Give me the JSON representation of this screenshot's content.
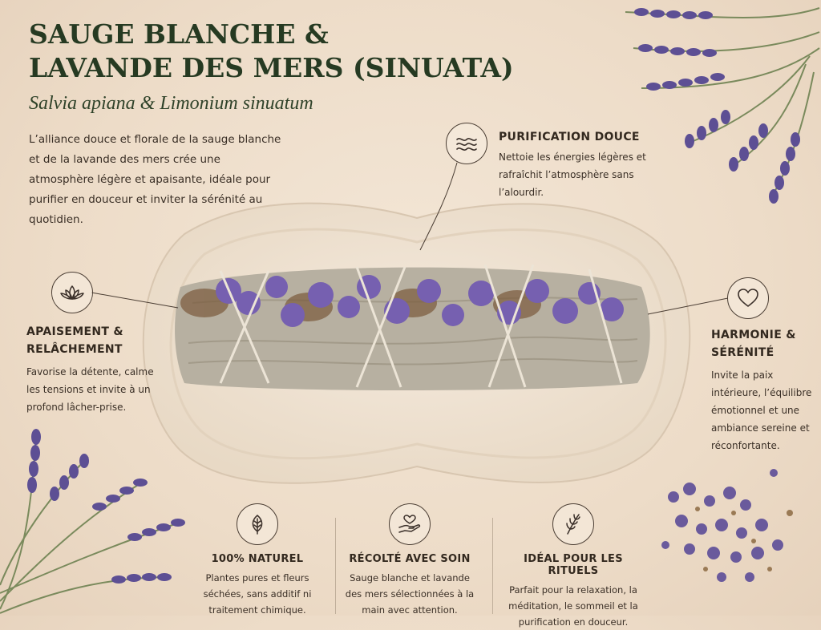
{
  "header": {
    "title_line1": "SAUGE BLANCHE &",
    "title_line2": "LAVANDE DES MERS (SINUATA)",
    "subtitle": "Salvia apiana & Limonium sinuatum",
    "intro": "L’alliance douce et florale de la sauge blanche et de la lavande des mers crée une atmosphère légère et apaisante, idéale pour purifier en douceur et inviter la sérénité au quotidien."
  },
  "features": {
    "purification": {
      "title": "PURIFICATION DOUCE",
      "text": "Nettoie les énergies légères et rafraîchit l’atmosphère sans l’alourdir.",
      "icon": "waves-icon"
    },
    "apaisement": {
      "title_line1": "APAISEMENT &",
      "title_line2": "RELÂCHEMENT",
      "text": "Favorise la détente, calme les tensions et invite à un profond lâcher-prise.",
      "icon": "lotus-icon"
    },
    "harmonie": {
      "title_line1": "HARMONIE &",
      "title_line2": "SÉRÉNITÉ",
      "text": "Invite la paix intérieure, l’équilibre émotionnel et une ambiance sereine et réconfortante.",
      "icon": "heart-icon"
    }
  },
  "bottom": [
    {
      "title": "100% NATUREL",
      "text": "Plantes pures et fleurs séchées, sans additif ni traitement chimique.",
      "icon": "leaf-icon"
    },
    {
      "title": "RÉCOLTÉ AVEC SOIN",
      "text": "Sauge blanche et lavande des mers sélectionnées à la main avec attention.",
      "icon": "heart-hand-icon"
    },
    {
      "title": "IDÉAL POUR LES RITUELS",
      "text": "Parfait pour la relaxation, la méditation, le sommeil et la purification en douceur.",
      "icon": "herb-sprig-icon"
    }
  ],
  "colors": {
    "background": "#efe0cd",
    "title": "#263a22",
    "lavender": "#6d5aa8",
    "sage": "#b9b2a3",
    "dish": "#f2e7d9"
  }
}
